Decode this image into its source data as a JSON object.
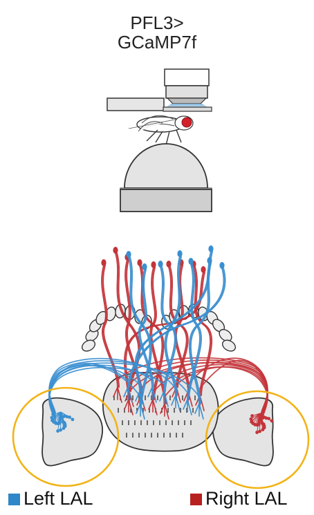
{
  "title": {
    "line1": "PFL3>",
    "line2": "GCaMP7f"
  },
  "legend": {
    "left": {
      "label": "Left LAL",
      "color": "#2f86c8"
    },
    "right": {
      "label": "Right LAL",
      "color": "#b81f1f"
    }
  },
  "colors": {
    "blue": "#3b8fd0",
    "red": "#c3343a",
    "highlight": "#f2b316",
    "gray_fill": "#e4e4e4",
    "outline": "#3a3a3a"
  },
  "icons": [
    "microscope-objective-icon",
    "fly-icon",
    "air-ball-icon"
  ]
}
